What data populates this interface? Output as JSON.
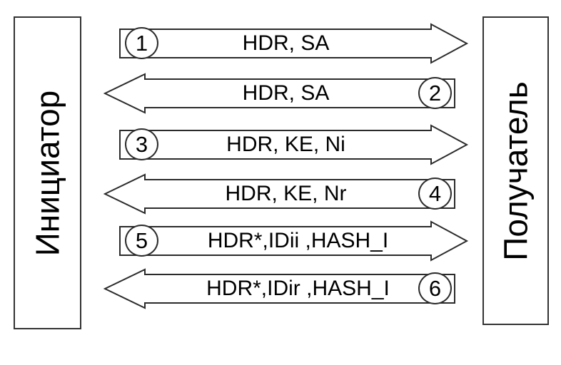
{
  "diagram": {
    "actors": {
      "initiator": "Инициатор",
      "receiver": "Получатель"
    },
    "messages": [
      {
        "number": "1",
        "direction": "right",
        "label": "HDR, SA"
      },
      {
        "number": "2",
        "direction": "left",
        "label": "HDR, SA"
      },
      {
        "number": "3",
        "direction": "right",
        "label": "HDR, KE, Ni"
      },
      {
        "number": "4",
        "direction": "left",
        "label": "HDR, KE, Nr"
      },
      {
        "number": "5",
        "direction": "right",
        "label": "HDR*,IDii ,HASH_I"
      },
      {
        "number": "6",
        "direction": "left",
        "label": "HDR*,IDir ,HASH_I"
      }
    ],
    "colors": {
      "stroke": "#2b2b2b",
      "box_border": "#333333",
      "text": "#000000",
      "background": "#ffffff"
    }
  }
}
